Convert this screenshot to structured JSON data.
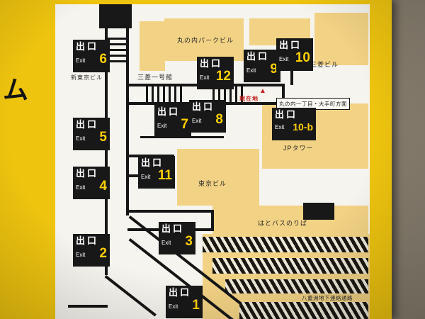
{
  "colors": {
    "sign_yellow": "#eec40f",
    "building_tan": "#f2d284",
    "badge_black": "#181818",
    "exit_number_yellow": "#fdd000",
    "marker_red": "#c52222",
    "wall_brown": "#79705f"
  },
  "side_text": "ム",
  "marker": {
    "symbol": "▲",
    "label": "現在地"
  },
  "direction": "丸の内一丁目・大手町方面",
  "buildings": [
    {
      "name": "丸の内パークビル"
    },
    {
      "name": "三菱一号館"
    },
    {
      "name": "三菱ビル"
    },
    {
      "name": "JPタワー"
    },
    {
      "name": "東京ビル"
    },
    {
      "name": "はとバスのりば"
    },
    {
      "name": "八重洲地下連絡通路"
    }
  ],
  "exits": [
    {
      "jp": "出口",
      "en": "Exit",
      "num": "6",
      "building": "新東京ビル"
    },
    {
      "jp": "出口",
      "en": "Exit",
      "num": "12"
    },
    {
      "jp": "出口",
      "en": "Exit",
      "num": "9"
    },
    {
      "jp": "出口",
      "en": "Exit",
      "num": "10"
    },
    {
      "jp": "出口",
      "en": "Exit",
      "num": "7"
    },
    {
      "jp": "出口",
      "en": "Exit",
      "num": "8"
    },
    {
      "jp": "出口",
      "en": "Exit",
      "num": "10-b"
    },
    {
      "jp": "出口",
      "en": "Exit",
      "num": "5"
    },
    {
      "jp": "出口",
      "en": "Exit",
      "num": "11"
    },
    {
      "jp": "出口",
      "en": "Exit",
      "num": "4"
    },
    {
      "jp": "出口",
      "en": "Exit",
      "num": "3"
    },
    {
      "jp": "出口",
      "en": "Exit",
      "num": "2"
    },
    {
      "jp": "出口",
      "en": "Exit",
      "num": "1"
    }
  ]
}
